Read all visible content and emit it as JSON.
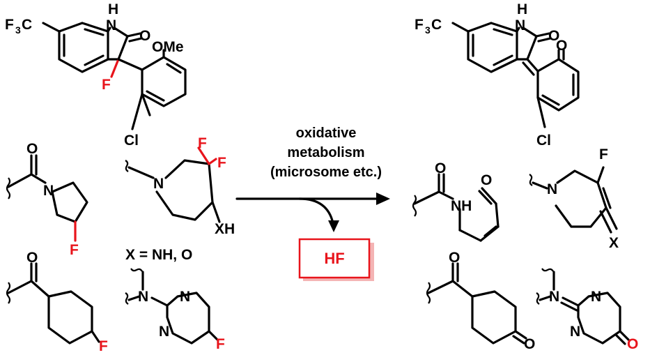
{
  "reaction": {
    "conditions": [
      "oxidative",
      "metabolism",
      "(microsome etc.)"
    ],
    "byproduct": "HF",
    "x_definition": "X = NH, O"
  },
  "substrates": {
    "oxindole": {
      "labels": {
        "nh_h": "H",
        "nh_n": "N",
        "cf3_a": "F",
        "cf3_sub": "3",
        "cf3_c": "C",
        "carbonyl_o": "O",
        "ome": "OMe",
        "f": "F",
        "cl": "Cl"
      }
    },
    "pyrrolidine": {
      "labels": {
        "o": "O",
        "n": "N",
        "f": "F"
      }
    },
    "azepane": {
      "labels": {
        "n": "N",
        "f1": "F",
        "f2": "F",
        "xh": "XH"
      }
    },
    "cyclohexane": {
      "labels": {
        "o": "O",
        "f": "F"
      }
    },
    "pyrimidine": {
      "labels": {
        "n_link": "N",
        "n1": "N",
        "n2": "N",
        "f": "F"
      }
    }
  },
  "products": {
    "quinone_methide": {
      "labels": {
        "nh_h": "H",
        "nh_n": "N",
        "cf3_a": "F",
        "cf3_sub": "3",
        "cf3_c": "C",
        "carbonyl_o": "O",
        "ring_o": "O",
        "cl": "Cl"
      }
    },
    "aldehyde": {
      "labels": {
        "o1": "O",
        "nh": "NH",
        "o2": "O"
      }
    },
    "azepine": {
      "labels": {
        "n": "N",
        "f": "F",
        "x": "X"
      }
    },
    "cyclohexanone": {
      "labels": {
        "o1": "O",
        "o2": "O"
      }
    },
    "pyrimidinone": {
      "labels": {
        "n_link": "N",
        "n1": "N",
        "n2": "N",
        "o": "O"
      }
    }
  },
  "colors": {
    "highlight": "#e8141b",
    "bond": "#000000",
    "hf_shadow": "#f4b4b4"
  }
}
